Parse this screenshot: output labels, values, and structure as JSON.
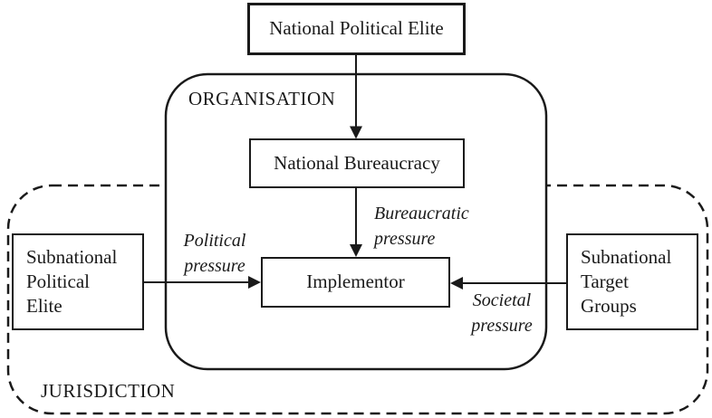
{
  "regions": {
    "organisation_label": "ORGANISATION",
    "jurisdiction_label": "JURISDICTION"
  },
  "boxes": {
    "national_political_elite": "National Political Elite",
    "national_bureaucracy": "National Bureaucracy",
    "implementor": "Implementor",
    "subnational_political_elite": [
      "Subnational",
      "Political",
      "Elite"
    ],
    "subnational_target_groups": [
      "Subnational",
      "Target",
      "Groups"
    ]
  },
  "arrow_labels": {
    "bureaucratic_pressure": [
      "Bureaucratic",
      "pressure"
    ],
    "political_pressure": [
      "Political",
      "pressure"
    ],
    "societal_pressure": [
      "Societal",
      "pressure"
    ]
  },
  "colors": {
    "ink": "#1a1a1a",
    "background": "#ffffff"
  }
}
